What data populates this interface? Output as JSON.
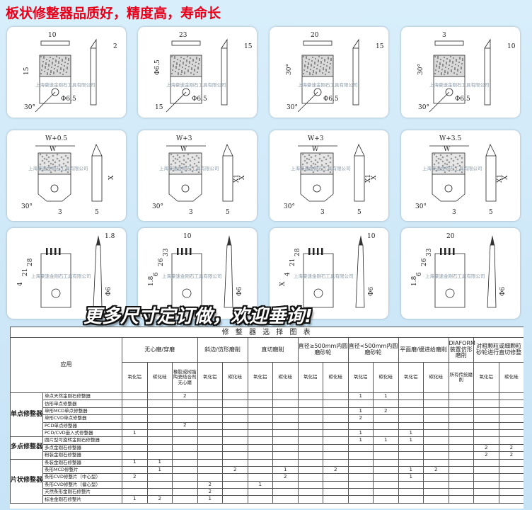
{
  "headline": "板状修整器品质好，精度高，寿命长",
  "banner": "更多尺寸定订做，欢迎垂询!",
  "watermark": "上海豪速金刚石工具有限公司",
  "cards": [
    {
      "dims": [
        "10",
        "2",
        "15",
        "30°",
        "Φ6.5"
      ]
    },
    {
      "dims": [
        "23",
        "15",
        "Φ6.5"
      ]
    },
    {
      "dims": [
        "20",
        "15",
        "30°",
        "Φ6.5"
      ]
    },
    {
      "dims": [
        "3",
        "10",
        "30°",
        "Φ6.5"
      ]
    },
    {
      "dims": [
        "W+0.5",
        "W",
        "X",
        "30°",
        "3",
        "5"
      ]
    },
    {
      "dims": [
        "W+3",
        "W",
        "X",
        "X1",
        "30°",
        "3",
        "5"
      ]
    },
    {
      "dims": [
        "W+3",
        "W",
        "X",
        "X1",
        "30°",
        "3",
        "5"
      ]
    },
    {
      "dims": [
        "W+3.5",
        "W",
        "X",
        "X1",
        "30°",
        "3",
        "5"
      ]
    },
    {
      "dims": [
        "1.8",
        "4",
        "21",
        "28",
        "Φ6"
      ]
    },
    {
      "dims": [
        "10",
        "1.8",
        "6",
        "26",
        "33",
        "Φ6"
      ]
    },
    {
      "dims": [
        "10",
        "X",
        "4",
        "21",
        "28",
        "Φ6"
      ]
    },
    {
      "dims": [
        "20",
        "1.8",
        "6",
        "26",
        "33",
        "Φ6"
      ]
    }
  ],
  "table": {
    "caption": "修 整 器 选 择 图 表",
    "app_header": "应用",
    "groups": [
      "无心磨/穿磨",
      "斜边/仿形磨削",
      "直切磨削",
      "直径≥500mm内圆磨砂轮",
      "直径<500mm内圆磨砂轮",
      "平面磨/缓进给磨削",
      "DIAFORM装置仿形磨削",
      "对粗颗粒或细颗粒砂轮进行直切修整"
    ],
    "sub": [
      "氧化铝",
      "碳化硅",
      "橡胶或树脂陶瓷结合剂无心磨",
      "氧化铝",
      "碳化硅",
      "氧化铝",
      "碳化硅",
      "氧化铝",
      "碳化硅",
      "氧化铝",
      "碳化硅",
      "氧化铝",
      "碳化硅",
      "所有传统磨削",
      "氧化铝",
      "碳化硅"
    ],
    "sections": [
      {
        "name": "单点修整器",
        "rows": [
          {
            "label": "单点天然金刚石修整器",
            "v": [
              "",
              "",
              "2",
              "",
              "",
              "",
              "",
              "",
              "",
              "1",
              "1",
              "",
              "",
              "",
              "",
              ""
            ]
          },
          {
            "label": "仿形单点修整器",
            "v": [
              "",
              "",
              "",
              "",
              "",
              "",
              "",
              "",
              "",
              "",
              "",
              "",
              "",
              "",
              "",
              ""
            ]
          },
          {
            "label": "单形MCD单点修整器",
            "v": [
              "",
              "",
              "",
              "",
              "",
              "",
              "",
              "",
              "",
              "1",
              "2",
              "",
              "",
              "",
              "",
              ""
            ]
          },
          {
            "label": "单形CVD单点修整器",
            "v": [
              "",
              "",
              "",
              "",
              "",
              "",
              "",
              "",
              "",
              "2",
              "",
              "",
              "",
              "",
              "",
              ""
            ]
          },
          {
            "label": "PCD单点修整器",
            "v": [
              "",
              "",
              "2",
              "",
              "",
              "",
              "",
              "",
              "",
              "",
              "",
              "",
              "",
              "",
              "",
              ""
            ]
          },
          {
            "label": "PCD/CVD嵌入式修整器",
            "v": [
              "1",
              "",
              "",
              "",
              "",
              "",
              "",
              "",
              "",
              "1",
              "",
              "1",
              "",
              "",
              "",
              ""
            ]
          }
        ]
      },
      {
        "name": "多点修整器",
        "rows": [
          {
            "label": "圆片型可旋转金刚石修整器",
            "v": [
              "",
              "",
              "",
              "",
              "",
              "",
              "",
              "",
              "",
              "1",
              "1",
              "1",
              "",
              "",
              "",
              ""
            ]
          },
          {
            "label": "多点金刚石修整器",
            "v": [
              "",
              "",
              "",
              "",
              "",
              "",
              "",
              "",
              "",
              "",
              "",
              "",
              "",
              "",
              "2",
              "2"
            ]
          },
          {
            "label": "粉装金刚石修整器",
            "v": [
              "",
              "",
              "",
              "",
              "",
              "",
              "",
              "",
              "",
              "",
              "",
              "",
              "",
              "",
              "2",
              "2"
            ]
          }
        ]
      },
      {
        "name": "片状修整器",
        "rows": [
          {
            "label": "条装金刚石修整器",
            "v": [
              "1",
              "1",
              "",
              "",
              "",
              "",
              "",
              "",
              "",
              "",
              "",
              "",
              "",
              "",
              "",
              ""
            ]
          },
          {
            "label": "条形MCD修整片",
            "v": [
              "",
              "1",
              "",
              "",
              "2",
              "",
              "1",
              "",
              "2",
              "",
              "",
              "1",
              "2",
              "",
              "",
              ""
            ]
          },
          {
            "label": "条形CVD修整片（中心型）",
            "v": [
              "2",
              "",
              "",
              "",
              "",
              "",
              "2",
              "",
              "",
              "",
              "",
              "1",
              "",
              "",
              "",
              ""
            ]
          },
          {
            "label": "条形CVD修整片（偏心型）",
            "v": [
              "",
              "",
              "",
              "2",
              "",
              "1",
              "",
              "",
              "",
              "",
              "",
              "",
              "",
              "",
              "",
              ""
            ]
          },
          {
            "label": "天然条形金刚石修整片",
            "v": [
              "",
              "",
              "",
              "2",
              "",
              "",
              "",
              "",
              "",
              "",
              "",
              "",
              "",
              "",
              "",
              ""
            ]
          },
          {
            "label": "标准金刚石修整片",
            "v": [
              "1",
              "2",
              "",
              "1",
              "",
              "",
              "",
              "",
              "",
              "",
              "",
              "",
              "",
              "",
              "",
              ""
            ]
          }
        ]
      }
    ]
  }
}
